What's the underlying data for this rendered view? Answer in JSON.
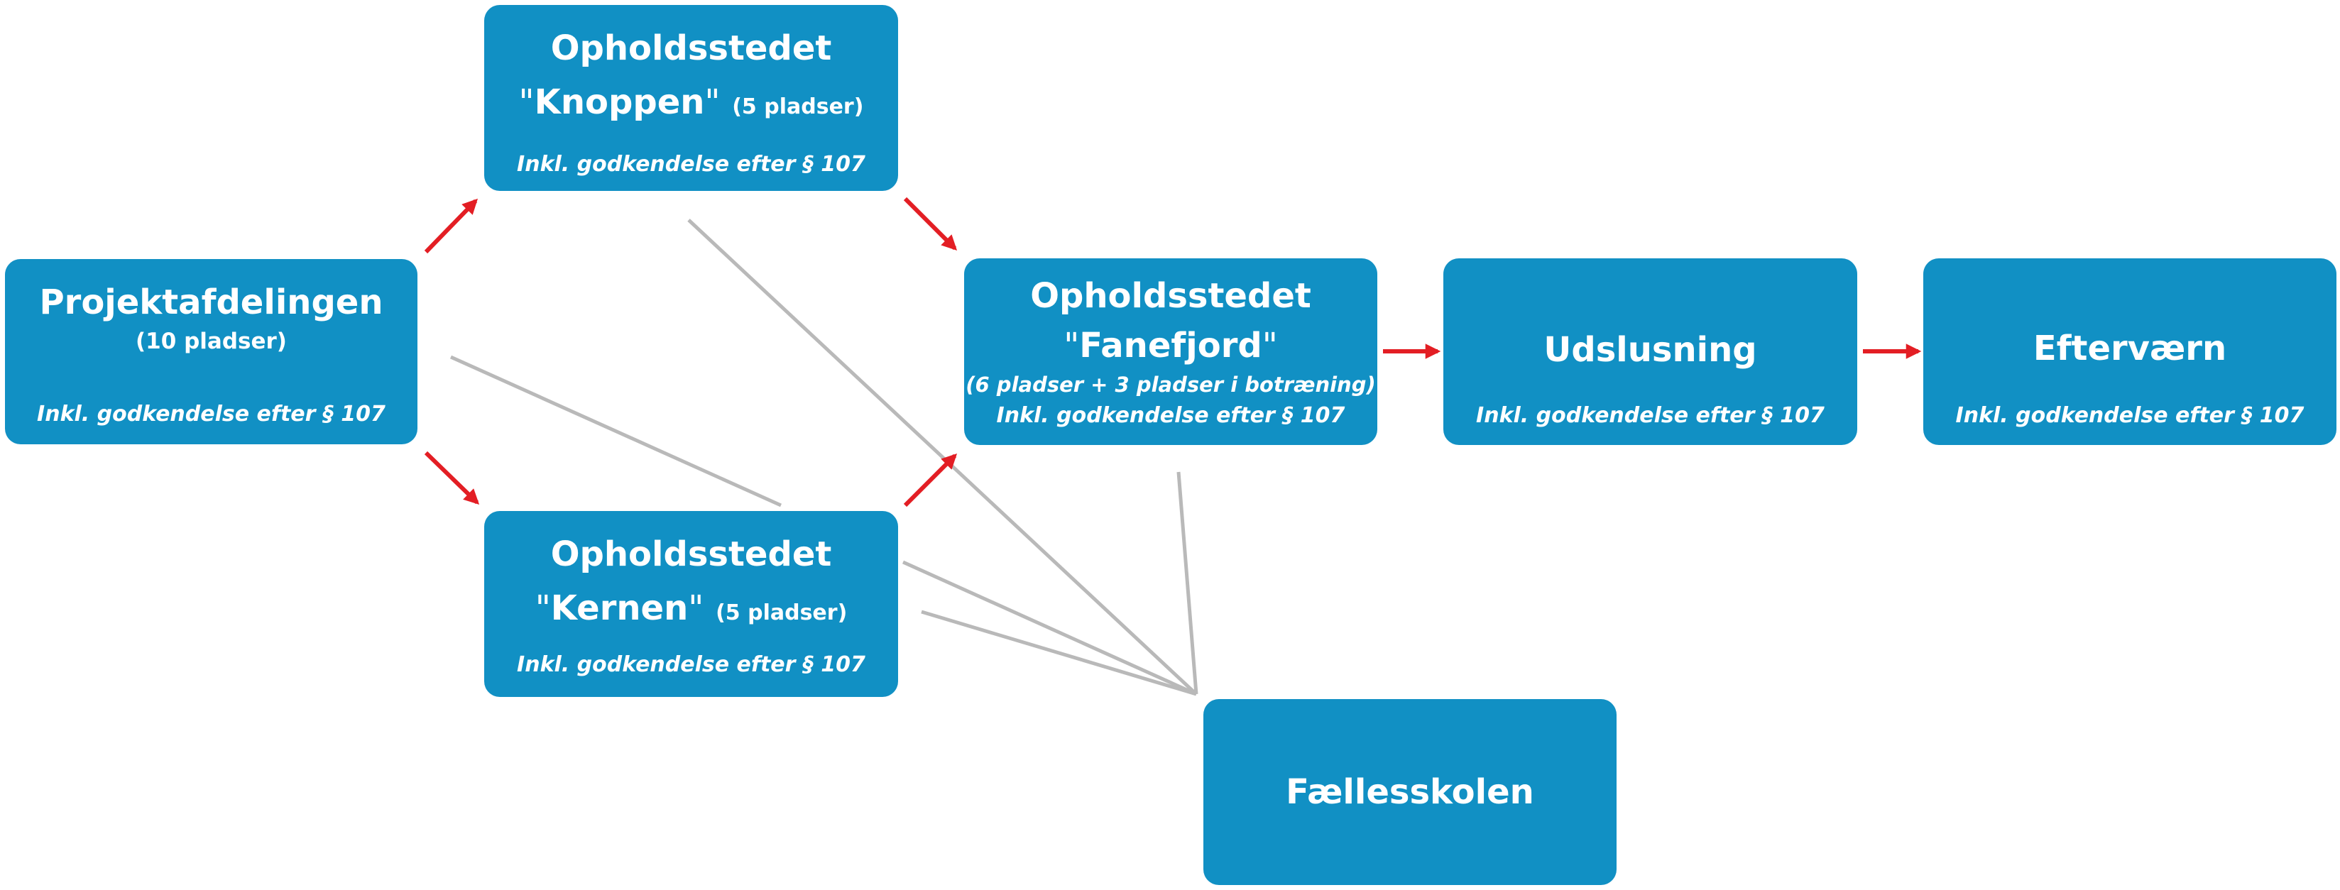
{
  "colors": {
    "box_fill": "#1190c4",
    "text": "#ffffff",
    "arrow": "#e31e24",
    "connector": "#b9b9b9"
  },
  "nodes": {
    "projektafdelingen": {
      "title": "Projektafdelingen",
      "capacity": "(10 pladser)",
      "note": "Inkl. godkendelse efter § 107"
    },
    "knoppen": {
      "line1": "Opholdsstedet",
      "name": "Knoppen",
      "capacity": "(5 pladser)",
      "note": "Inkl. godkendelse efter § 107"
    },
    "kernen": {
      "line1": "Opholdsstedet",
      "name": "Kernen",
      "capacity": "(5 pladser)",
      "note": "Inkl. godkendelse efter § 107"
    },
    "fanefjord": {
      "line1": "Opholdsstedet",
      "name": "Fanefjord",
      "capacity": "(6 pladser + 3 pladser i botræning)",
      "note": "Inkl. godkendelse efter § 107"
    },
    "udslusning": {
      "title": "Udslusning",
      "note": "Inkl. godkendelse efter § 107"
    },
    "eftervaern": {
      "title": "Efterværn",
      "note": "Inkl. godkendelse efter § 107"
    },
    "faellesskolen": {
      "title": "Fællesskolen"
    }
  }
}
